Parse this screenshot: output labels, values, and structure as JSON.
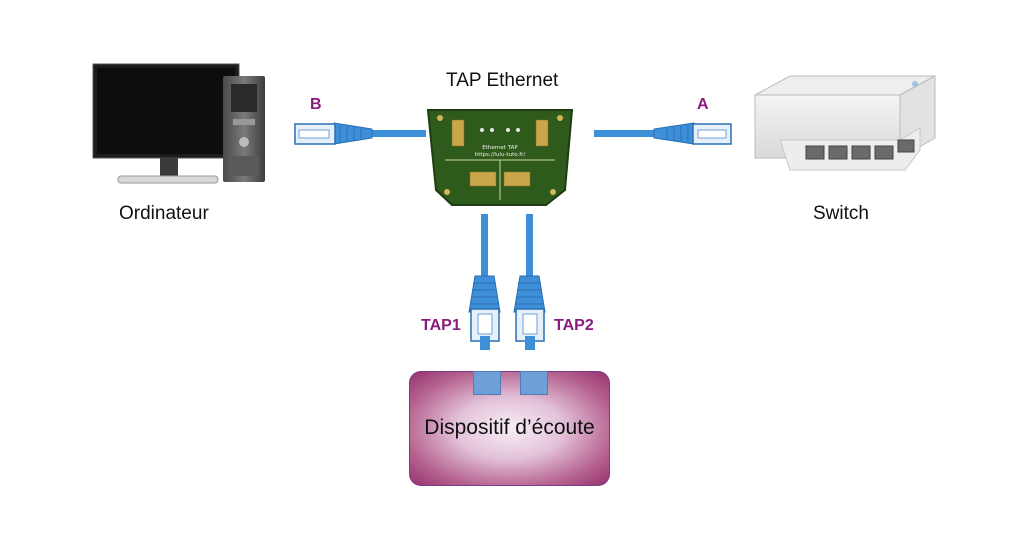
{
  "title": "TAP Ethernet",
  "nodes": {
    "computer": "Ordinateur",
    "switch": "Switch",
    "listener": "Dispositif d’écoute"
  },
  "ports": {
    "a": "A",
    "b": "B",
    "tap1": "TAP1",
    "tap2": "TAP2"
  },
  "pcb_text": {
    "line1": "Ethernet TAP",
    "line2": "https://lulu-tuto.fr/"
  },
  "colors": {
    "cable": "#3d8fd8",
    "port_label": "#8a1a7e",
    "pcb": "#2e5a1c"
  }
}
